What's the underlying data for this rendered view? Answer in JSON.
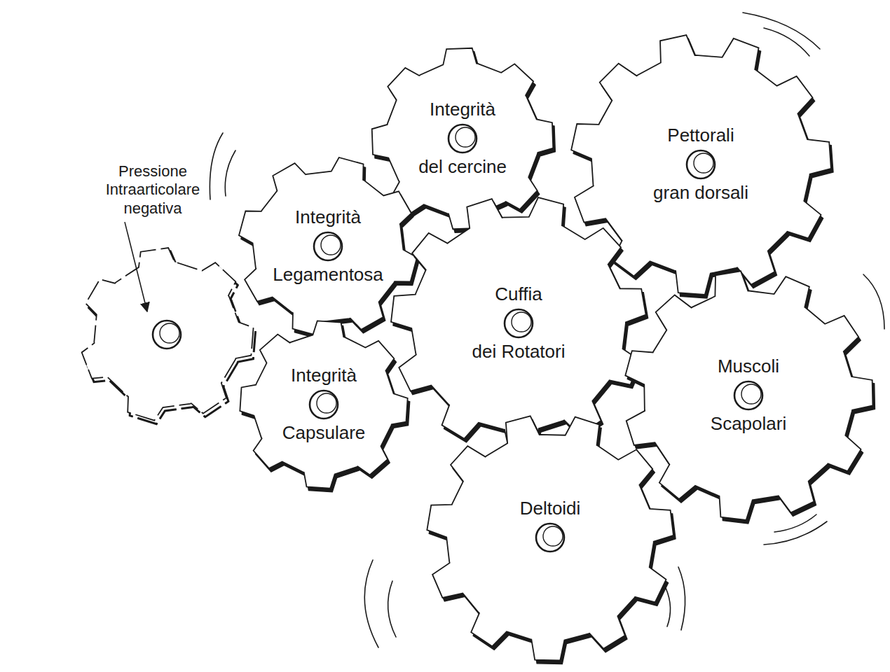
{
  "diagram": {
    "nodes": [
      {
        "text": [
          "Integrità",
          "del cercine"
        ]
      },
      {
        "text": [
          "Pettorali",
          "gran dorsali"
        ]
      },
      {
        "text": [
          "Integrità",
          "Legamentosa"
        ]
      },
      {
        "text": [
          "Cuffia",
          "dei Rotatori"
        ]
      },
      {
        "text": [
          "Integrità",
          "Capsulare"
        ]
      },
      {
        "text": [
          "Muscoli",
          "Scapolari"
        ]
      },
      {
        "text": [
          "Deltoidi"
        ]
      }
    ],
    "labels": [
      "Pressione Intraarticolare negativa"
    ]
  }
}
